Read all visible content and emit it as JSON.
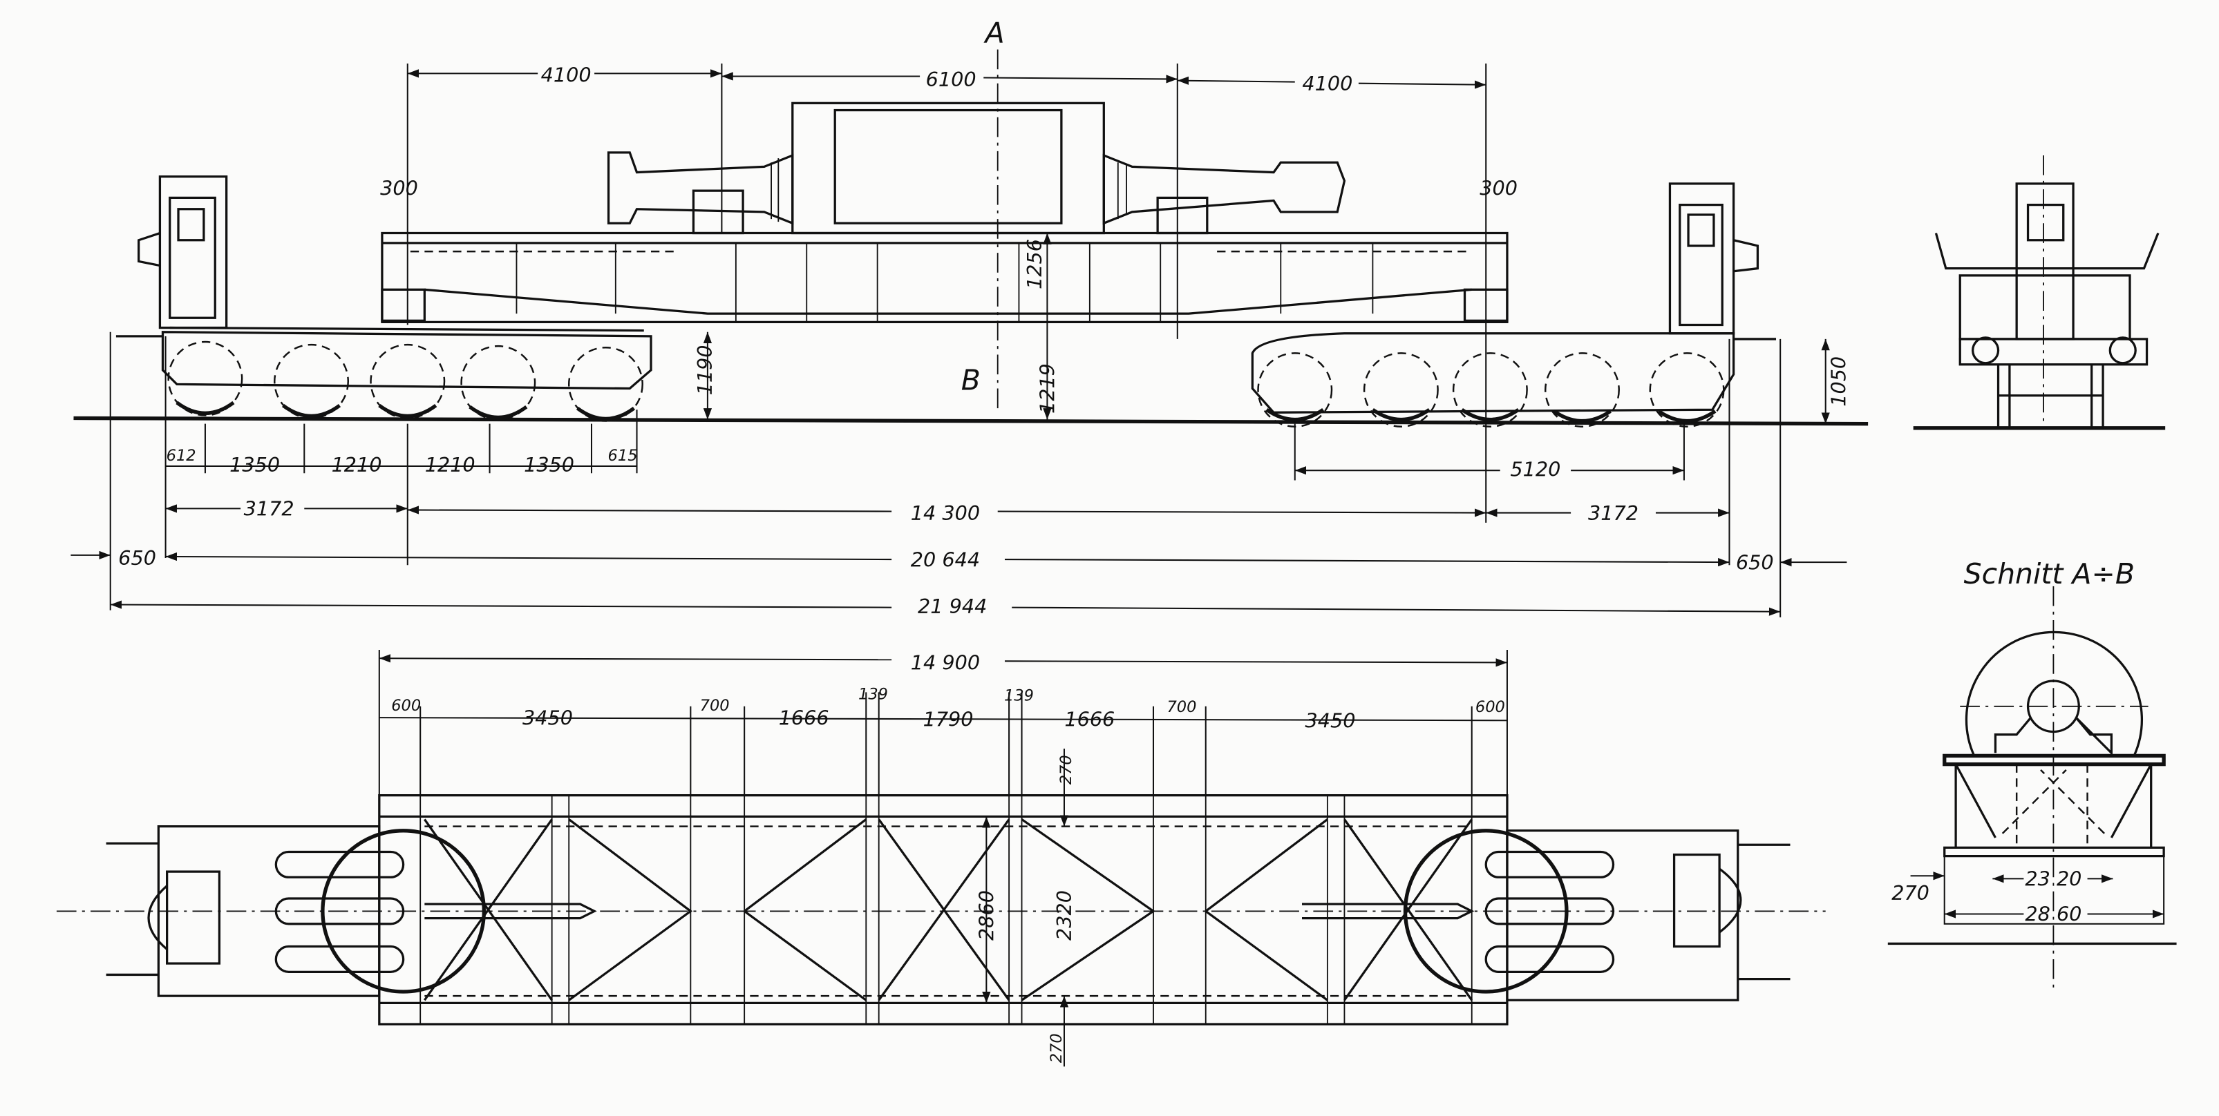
{
  "section_marks": {
    "a": "A",
    "b": "B"
  },
  "side_view": {
    "top_dims": [
      "4100",
      "6100",
      "4100"
    ],
    "offsets": [
      "300",
      "300"
    ],
    "heights": {
      "girder": "1256",
      "deck_left": "1190",
      "deck_center": "1219",
      "buffer": "1050"
    },
    "axle_dims": [
      "612",
      "1350",
      "1210",
      "1210",
      "1350",
      "615"
    ],
    "bogie_base": "5120",
    "pivot_dims": [
      "3172",
      "14 300",
      "3172"
    ],
    "overhang_dims": [
      "650",
      "20 644",
      "650"
    ],
    "overall": "21 944"
  },
  "plan_view": {
    "overall": "14 900",
    "segments": [
      "600",
      "3450",
      "700",
      "1666",
      "139",
      "1790",
      "139",
      "1666",
      "700",
      "3450",
      "600"
    ],
    "inner_width": "2320",
    "outer_width": "2860",
    "flange_top": "270",
    "flange_bottom": "270"
  },
  "section_view": {
    "title": "Schnitt A÷B",
    "inner_width": "23 20",
    "outer_width": "28 60",
    "flange": "270"
  }
}
